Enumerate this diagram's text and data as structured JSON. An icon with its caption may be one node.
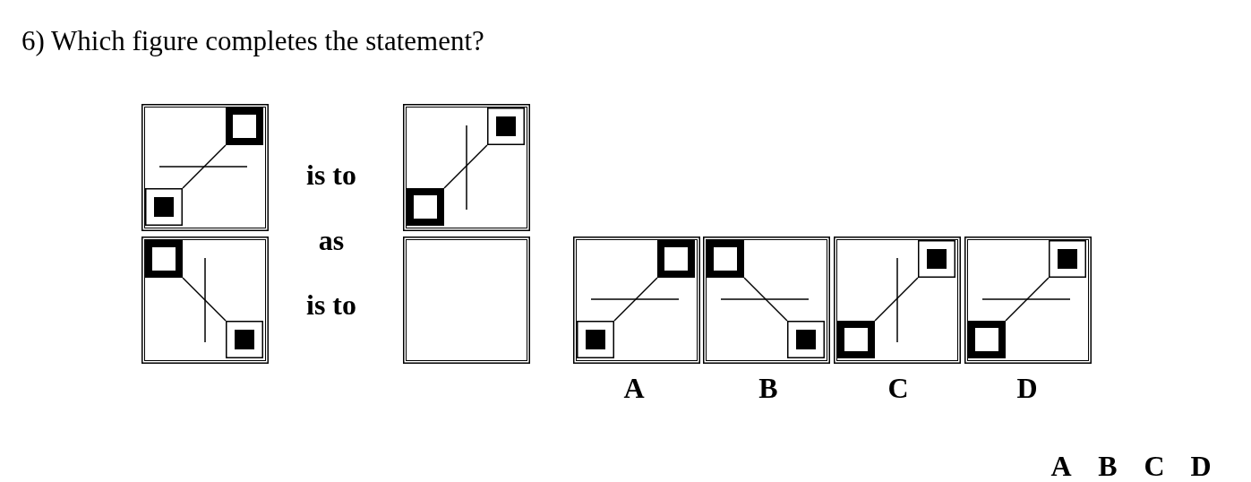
{
  "diagram": {
    "title": "6) Which figure completes the statement?",
    "labels": [
      "is to",
      "as",
      "is to",
      "A",
      "B",
      "C",
      "D",
      "A",
      "B",
      "C",
      "D"
    ]
  }
}
